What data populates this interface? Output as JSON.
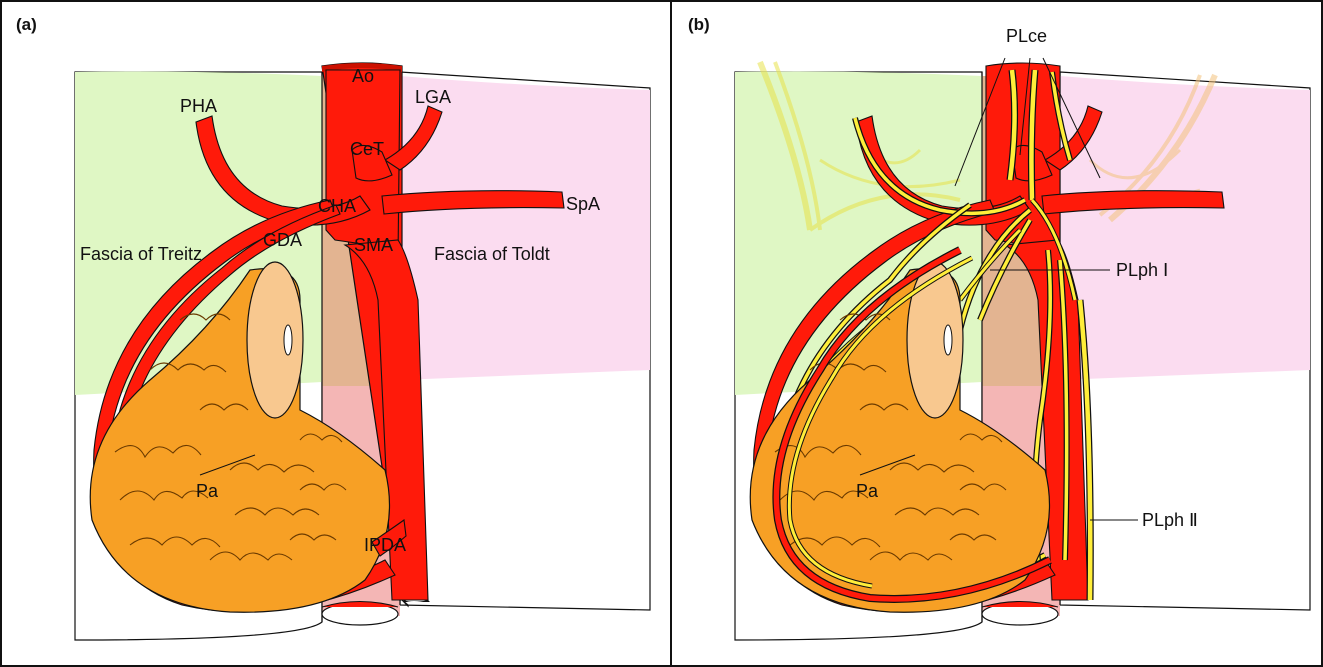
{
  "panels": {
    "a": {
      "label": "(a)",
      "labels": {
        "ao": "Ao",
        "pha": "PHA",
        "lga": "LGA",
        "cet": "CeT",
        "spa": "SpA",
        "cha": "CHA",
        "gda": "GDA",
        "sma": "SMA",
        "fascia_treitz": "Fascia of Treitz",
        "fascia_toldt": "Fascia of Toldt",
        "pa": "Pa",
        "ipda": "IPDA"
      }
    },
    "b": {
      "label": "(b)",
      "labels": {
        "plce": "PLce",
        "plph1": "PLph Ⅰ",
        "plph2": "PLph Ⅱ",
        "pa": "Pa"
      }
    }
  },
  "colors": {
    "fascia_treitz": "#dff7c4",
    "fascia_toldt": "#fbdcf0",
    "aorta": "#ff1a0a",
    "pancreas": "#f7a025",
    "pancreas_cut": "#f8c88f",
    "nerve": "#ffee3a"
  }
}
